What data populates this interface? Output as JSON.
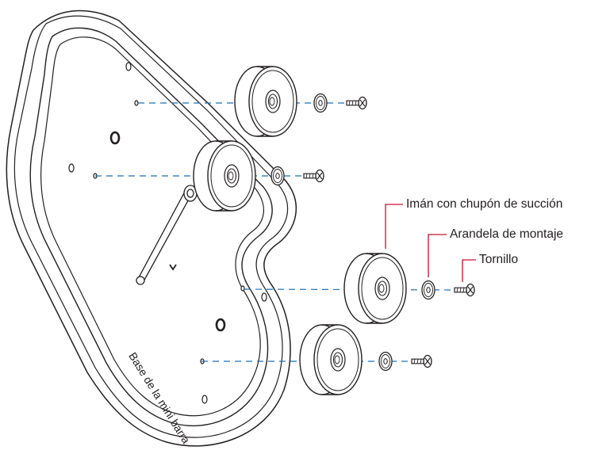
{
  "labels": {
    "magnet": "Imán con chupón de succión",
    "washer": "Arandela de montaje",
    "screw": "Tornillo",
    "base": "Base de la mini barra"
  },
  "colors": {
    "line": "#231f20",
    "dashed": "#1f6fb5",
    "leader": "#c8102e"
  }
}
